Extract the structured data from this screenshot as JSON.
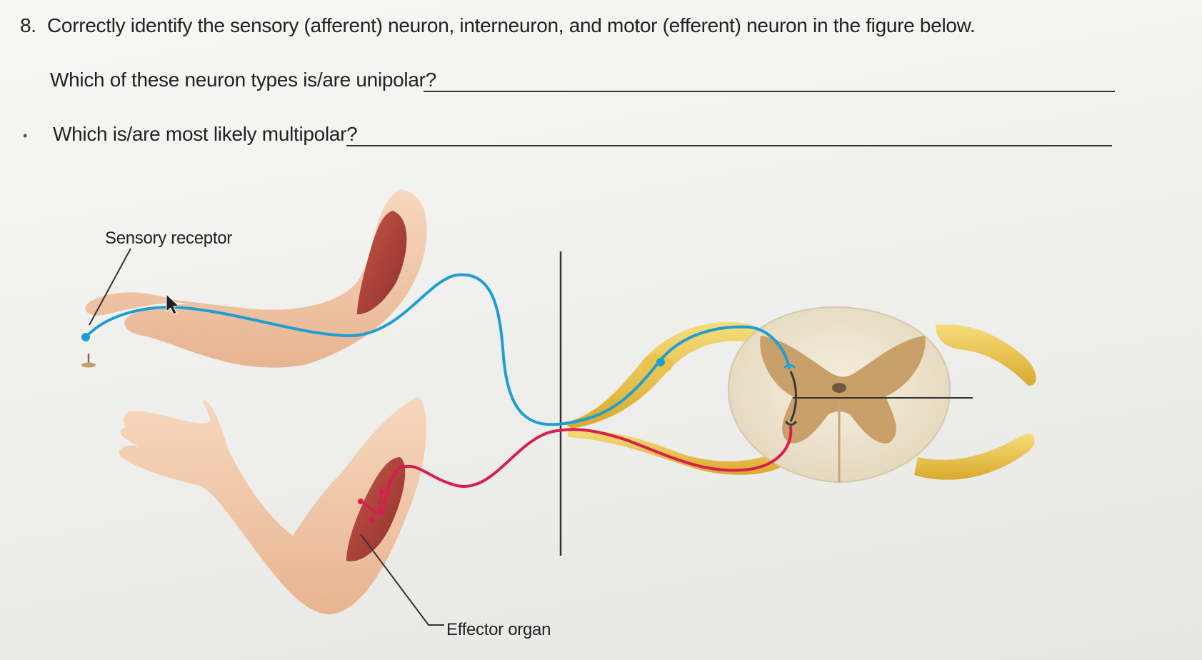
{
  "question": {
    "number": "8.",
    "prompt": "Correctly identify the sensory (afferent) neuron, interneuron, and motor (efferent) neuron in the figure below.",
    "sub_questions": [
      "Which of these neuron types is/are unipolar?",
      "Which is/are most likely multipolar?"
    ]
  },
  "figure": {
    "labels": {
      "sensory_receptor": "Sensory receptor",
      "effector_organ": "Effector organ"
    },
    "colors": {
      "sensory_neuron": "#1e9fd2",
      "motor_neuron": "#d81e4e",
      "interneuron": "#3a3a3a",
      "nerve": "#e8c44a",
      "gray_matter": "#c9a06a",
      "white_matter": "#efe6d2",
      "skin": "#f2c9a8",
      "muscle": "#b5463e"
    }
  }
}
